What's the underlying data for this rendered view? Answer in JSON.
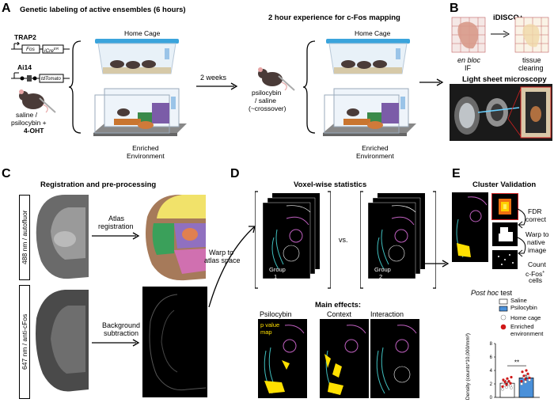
{
  "panels": {
    "A": {
      "letter": "A",
      "title_left": "Genetic labeling of active ensembles (6 hours)",
      "title_right": "2 hour experience for c-Fos mapping",
      "trap2": "TRAP2",
      "fos": "Fos",
      "icre": "iCre",
      "icre_sup": "ER",
      "ai14": "Ai14",
      "tdtomato": "tdTomato",
      "treatment_line1": "saline /",
      "treatment_line2": "psilocybin +",
      "treatment_line3": "4-OHT",
      "home_cage_1": "Home Cage",
      "home_cage_2": "Home Cage",
      "enriched_1": "Enriched\nEnvironment",
      "enriched_2": "Enriched\nEnvironment",
      "two_weeks": "2 weeks",
      "psilo_line1": "psilocybin",
      "psilo_line2": "/ saline",
      "psilo_line3": "(~crossover)"
    },
    "B": {
      "letter": "B",
      "idisco": "iDISCO+",
      "en_bloc": "en bloc",
      "if": "IF",
      "tissue": "tissue",
      "clearing": "clearing",
      "light_sheet": "Light sheet microscopy"
    },
    "C": {
      "letter": "C",
      "title": "Registration and pre-processing",
      "label_488": "488 nm / autofluor",
      "label_647": "647 nm / anti-cFos",
      "atlas_line1": "Atlas",
      "atlas_line2": "registration",
      "bg_line1": "Background",
      "bg_line2": "subtraction",
      "warp_line1": "Warp to",
      "warp_line2": "atlas space"
    },
    "D": {
      "letter": "D",
      "title": "Voxel-wise statistics",
      "vs": "vs.",
      "group1_a": "Group",
      "group1_b": "1",
      "group2_a": "Group",
      "group2_b": "2",
      "main_effects": "Main effects:",
      "psilocybin": "Psilocybin",
      "context": "Context",
      "interaction": "Interaction",
      "pvalue_1": "p value",
      "pvalue_2": "map"
    },
    "E": {
      "letter": "E",
      "title": "Cluster Validation",
      "fdr_1": "FDR",
      "fdr_2": "correct",
      "warp_1": "Warp to",
      "warp_2": "native",
      "warp_3": "image",
      "count_1": "Count",
      "count_2": "c-Fos",
      "count_sup": "+",
      "count_3": "cells",
      "posthoc_italic": "Post hoc",
      "posthoc_rest": " test",
      "legend_saline": "Saline",
      "legend_psilocybin": "Psilocybin",
      "legend_home": "Home cage",
      "legend_enriched_1": "Enriched",
      "legend_enriched_2": "environment",
      "significance": "**",
      "ylabel": "Density (counts*10,000/mm³)",
      "yticks": [
        "0",
        "2",
        "4",
        "6",
        "8"
      ]
    }
  },
  "chart_data": {
    "type": "bar",
    "categories": [
      "Saline",
      "Psilocybin"
    ],
    "values": [
      2.1,
      2.9
    ],
    "ylim": [
      0,
      8
    ],
    "ylabel": "Density (counts*10,000/mm³)",
    "annotation": "**",
    "colors": {
      "saline": "#ffffff",
      "psilocybin": "#4a90d9",
      "home_cage": "#ffffff",
      "enriched": "#d01818"
    },
    "points": {
      "saline_home": [
        1.2,
        1.5,
        1.7,
        1.8,
        2.0,
        2.2,
        2.5,
        1.4
      ],
      "saline_enriched": [
        1.6,
        1.9,
        2.1,
        2.3,
        2.4,
        2.6,
        2.8,
        3.0
      ],
      "psilocybin_home": [
        2.0,
        2.3,
        2.6,
        3.0,
        3.3
      ],
      "psilocybin_enriched": [
        2.4,
        2.7,
        2.9,
        3.2,
        3.5,
        3.8,
        4.0
      ]
    }
  }
}
